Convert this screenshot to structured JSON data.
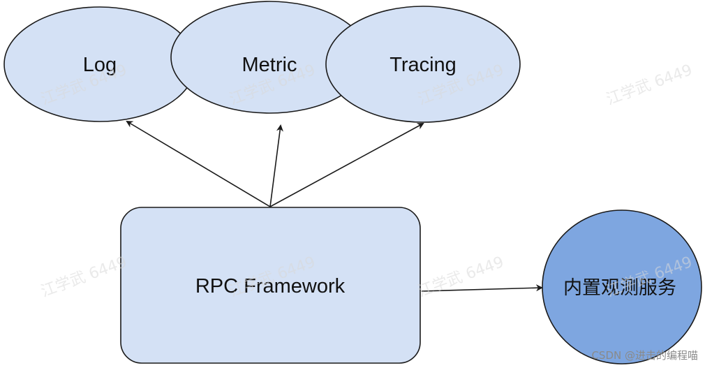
{
  "diagram": {
    "nodes": {
      "log": "Log",
      "metric": "Metric",
      "tracing": "Tracing",
      "rpc": "RPC Framework",
      "observe": "内置观测服务"
    },
    "colors": {
      "light_fill": "#d4e1f5",
      "dark_fill": "#7ea6e0",
      "stroke": "#1a1a1a"
    }
  },
  "watermark": "江学武 6449",
  "credit": "CSDN @进击的编程喵"
}
